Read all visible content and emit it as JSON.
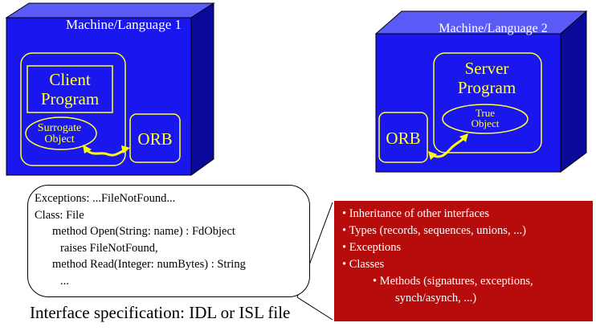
{
  "colors": {
    "machine_front": "#1a16ee",
    "machine_top": "#5a5af6",
    "machine_side": "#0b0a9a",
    "label_yellow": "#ffff3a",
    "arrow_yellow": "#ffff00",
    "features_bg": "#b70c0c"
  },
  "machine1": {
    "title": "Machine/Language 1",
    "client_program": [
      "Client",
      "Program"
    ],
    "surrogate_object": [
      "Surrogate",
      "Object"
    ],
    "orb": "ORB"
  },
  "machine2": {
    "title": "Machine/Language 2",
    "server_program": [
      "Server",
      "Program"
    ],
    "true_object": [
      "True",
      "Object"
    ],
    "orb": "ORB"
  },
  "spec": {
    "lines": [
      "Exceptions: ...FileNotFound...",
      "Class: File",
      "method Open(String: name) : FdObject",
      "raises FileNotFound,",
      "method Read(Integer: numBytes) : String",
      "..."
    ],
    "caption": "Interface specification: IDL or ISL file"
  },
  "features": {
    "items": [
      "• Inheritance of other interfaces",
      "• Types (records, sequences, unions, ...)",
      "• Exceptions",
      "• Classes"
    ],
    "sub_items": [
      "• Methods (signatures, exceptions,",
      "synch/asynch, ...)"
    ]
  }
}
